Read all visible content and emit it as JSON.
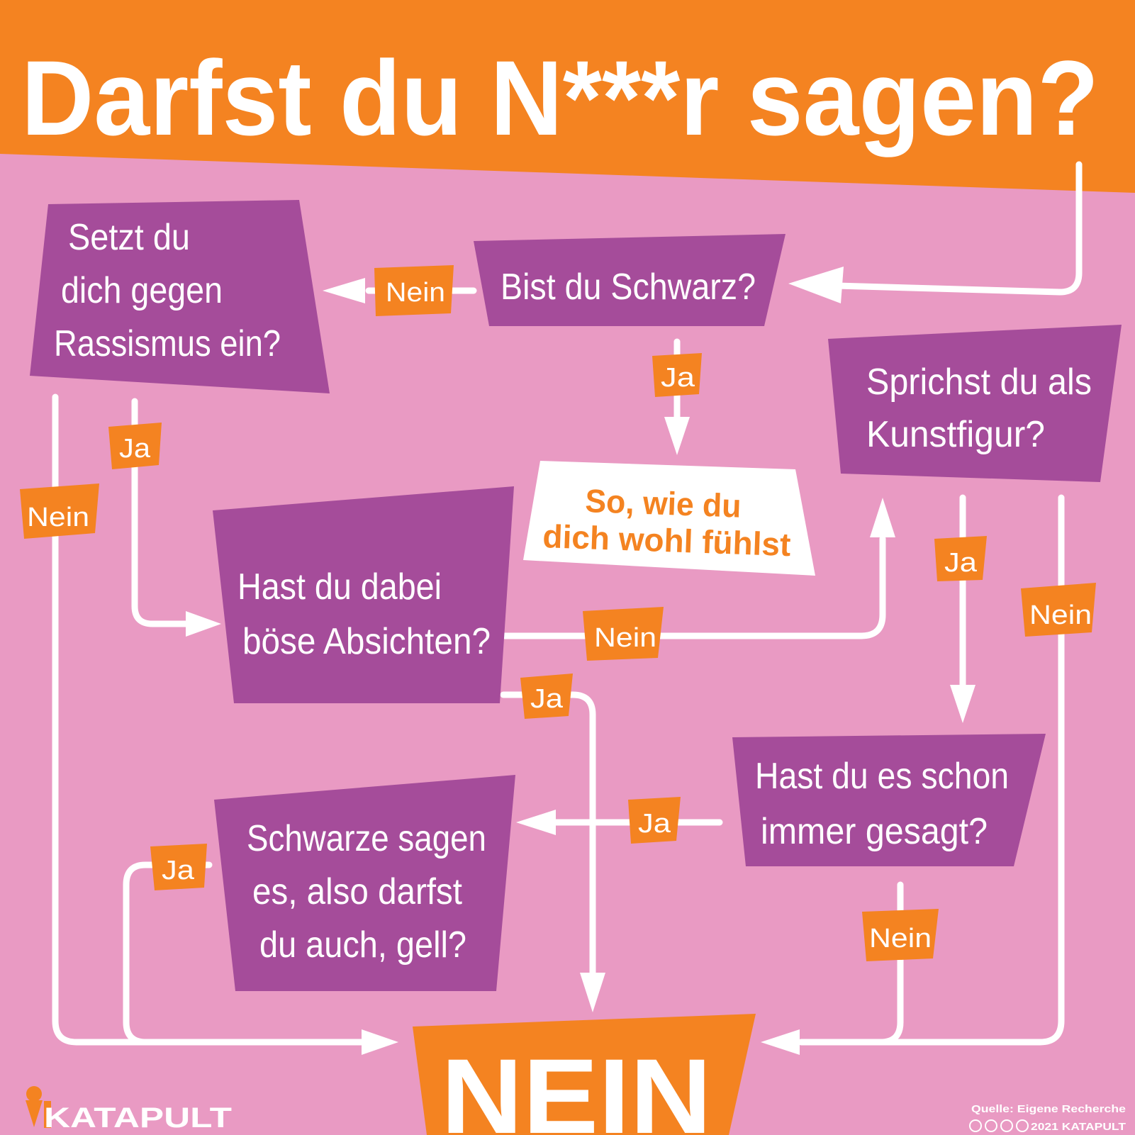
{
  "title": "Darfst du N***r sagen?",
  "questions": {
    "bist_du_schwarz": "Bist du Schwarz?",
    "setzt_du_dich": [
      "Setzt du",
      "dich gegen",
      "Rassismus ein?"
    ],
    "sprichst_du": [
      "Sprichst du als",
      "Kunstfigur?"
    ],
    "hast_du_dabei": [
      "Hast du dabei",
      "böse Absichten?"
    ],
    "hast_du_es_schon": [
      "Hast du es schon",
      "immer gesagt?"
    ],
    "schwarze_sagen": [
      "Schwarze sagen",
      "es, also darfst",
      "du auch, gell?"
    ]
  },
  "answers": {
    "so_wie_du": [
      "So, wie du",
      "dich wohl fühlst"
    ],
    "nein_final": "NEIN"
  },
  "labels": {
    "yes": "Ja",
    "no": "Nein"
  },
  "footer": {
    "brand": "KATAPULT",
    "source": "Quelle: Eigene Recherche",
    "copyright": "2021 KATAPULT"
  },
  "colors": {
    "background": "#e99ac3",
    "orange": "#f48321",
    "purple": "#a54c9a",
    "white": "#ffffff"
  }
}
